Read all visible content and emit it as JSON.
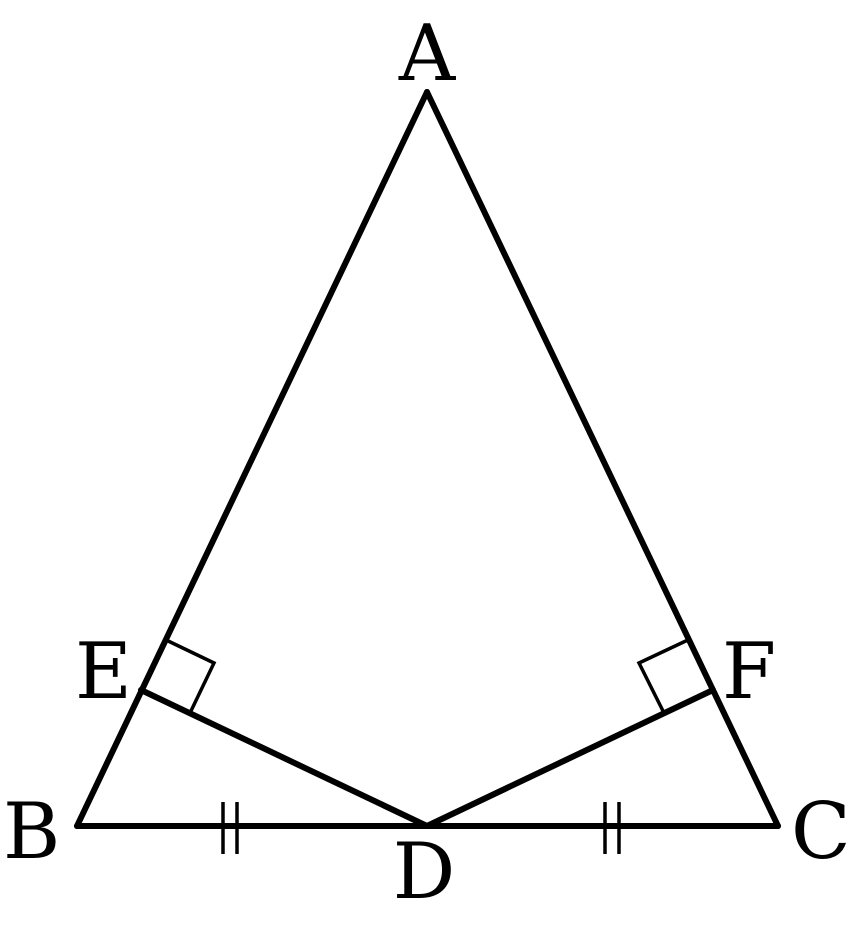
{
  "figure": {
    "points": {
      "A": "A",
      "B": "B",
      "C": "C",
      "D": "D",
      "E": "E",
      "F": "F"
    },
    "line_color": "#000000",
    "background": "#ffffff"
  }
}
